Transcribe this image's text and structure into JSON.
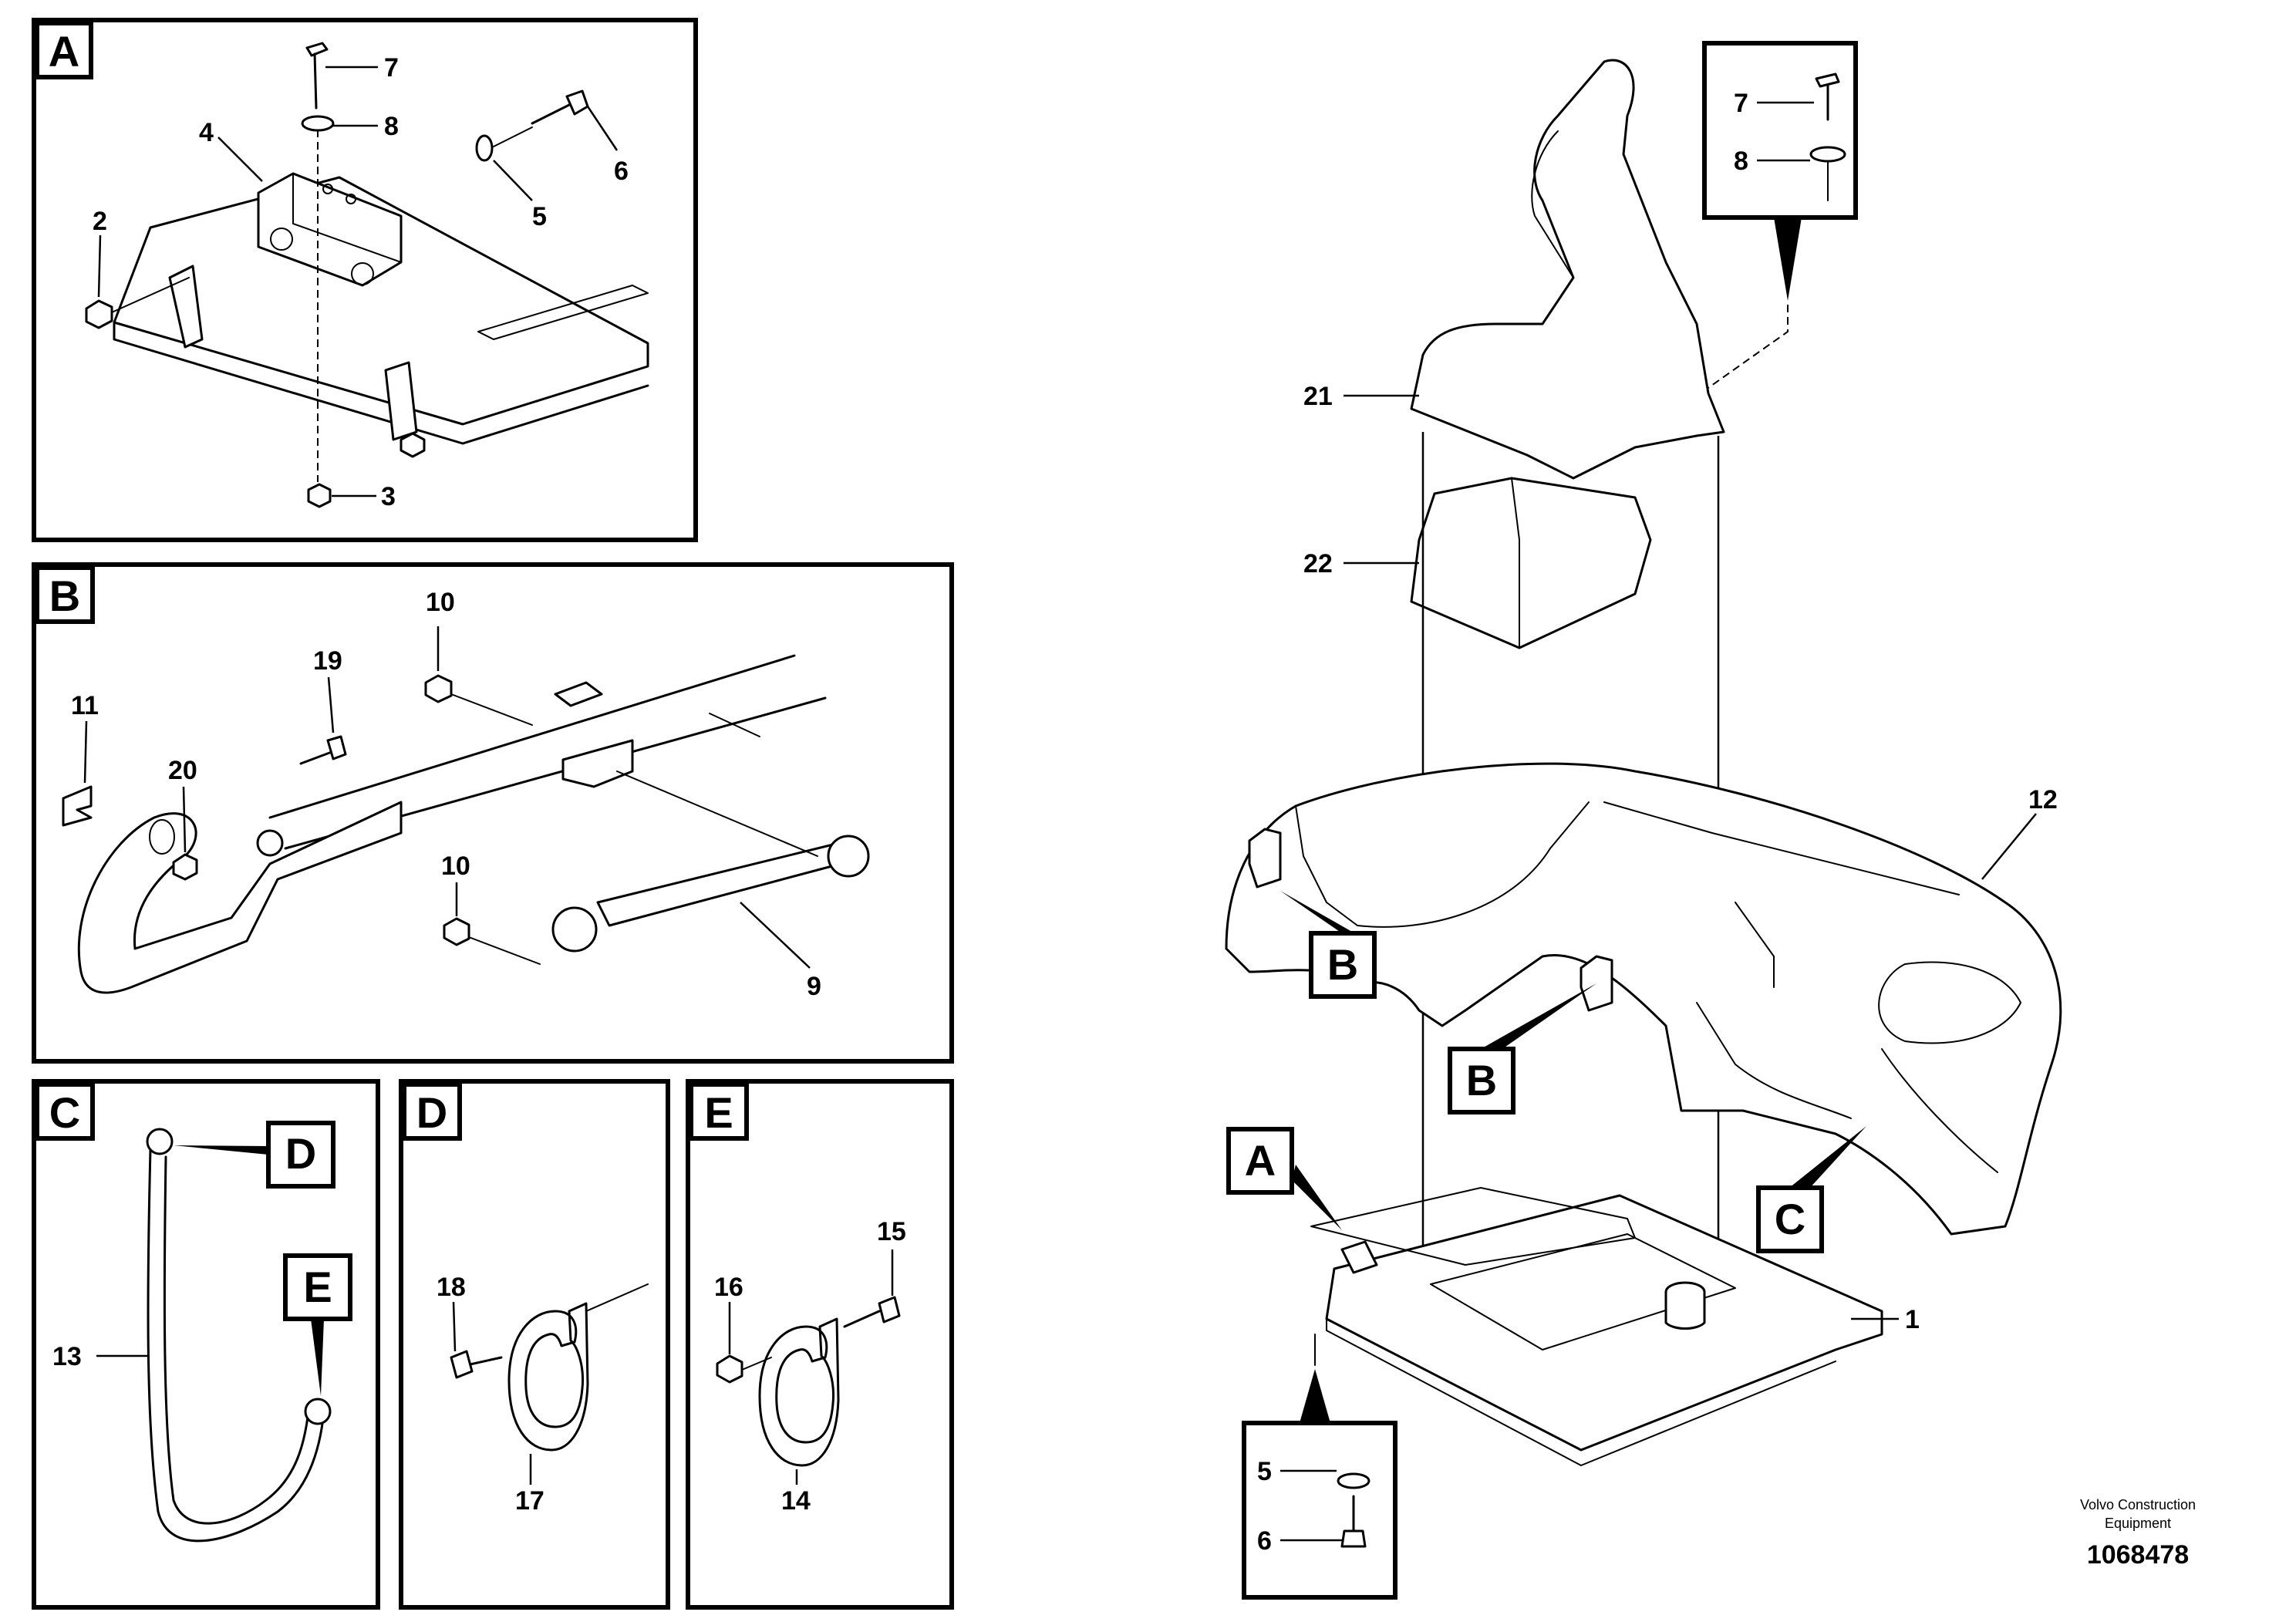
{
  "panels": {
    "A": {
      "letter": "A",
      "callouts": [
        "7",
        "8",
        "4",
        "6",
        "2",
        "5",
        "3"
      ]
    },
    "B": {
      "letter": "B",
      "callouts": [
        "10",
        "19",
        "11",
        "20",
        "10",
        "9"
      ]
    },
    "C": {
      "letter": "C",
      "refs": [
        "D",
        "E"
      ],
      "callouts": [
        "13"
      ]
    },
    "D": {
      "letter": "D",
      "callouts": [
        "18",
        "17"
      ]
    },
    "E": {
      "letter": "E",
      "callouts": [
        "16",
        "15",
        "14"
      ]
    }
  },
  "main": {
    "callouts": [
      "7",
      "8",
      "21",
      "22",
      "12",
      "1",
      "5",
      "6"
    ],
    "view_tags": [
      "B",
      "B",
      "A",
      "C"
    ]
  },
  "footer": {
    "credit_line1": "Volvo Construction",
    "credit_line2": "Equipment",
    "doc_number": "1068478"
  }
}
